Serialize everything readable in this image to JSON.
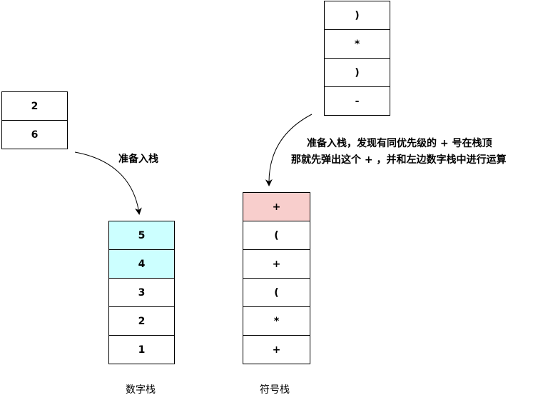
{
  "incoming_numbers": {
    "cells": [
      "2",
      "6"
    ]
  },
  "incoming_symbols": {
    "cells": [
      ")",
      "*",
      ")",
      "-"
    ]
  },
  "number_stack": {
    "cells": [
      "5",
      "4",
      "3",
      "2",
      "1"
    ],
    "highlight_color": "#ccffff",
    "label": "数字栈"
  },
  "symbol_stack": {
    "cells": [
      "+",
      "(",
      "+",
      "(",
      "*",
      "+"
    ],
    "highlight_color": "#f8cecc",
    "label": "符号栈"
  },
  "notes": {
    "push_numbers": "准备入栈",
    "push_symbols_line1": "准备入栈，发现有同优先级的 + 号在栈顶",
    "push_symbols_line2": "那就先弹出这个 + ，并和左边数字栈中进行运算"
  },
  "colors": {
    "stroke": "#000000",
    "background": "#ffffff"
  }
}
